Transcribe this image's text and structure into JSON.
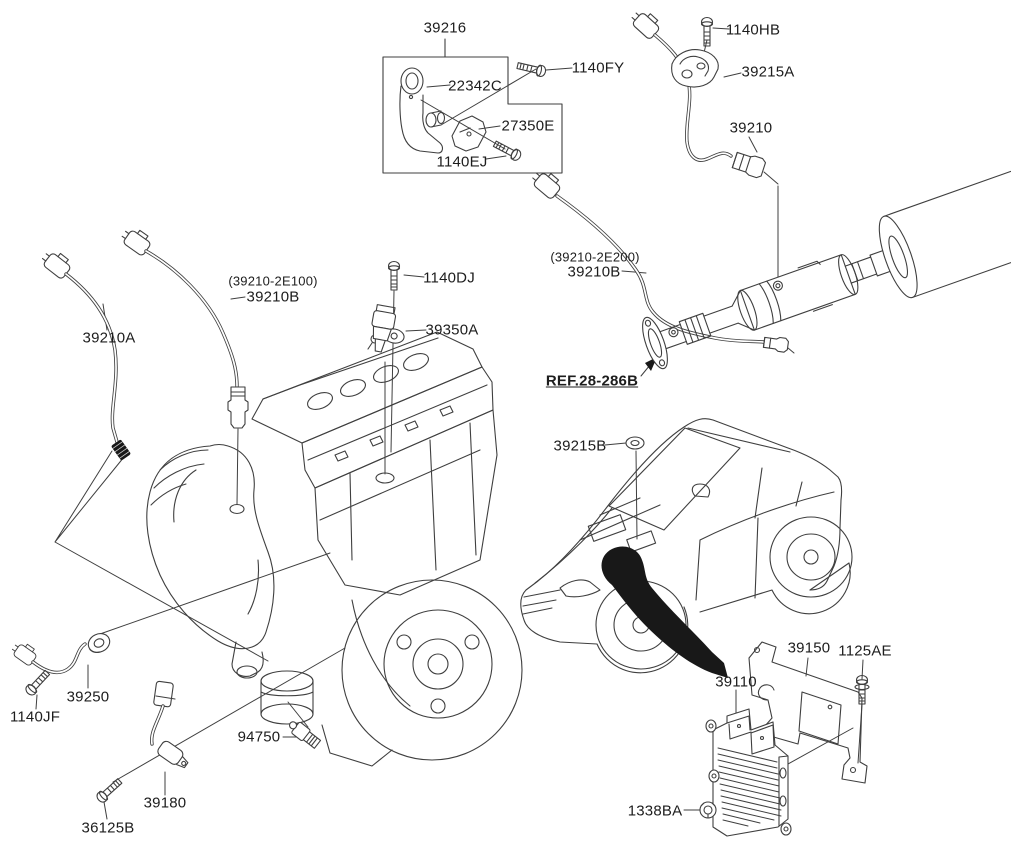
{
  "colors": {
    "background": "#ffffff",
    "line": "#3f3f3f",
    "text": "#1d1d1d",
    "highlight": "#181818"
  },
  "labels": [
    {
      "text": "39216"
    },
    {
      "text": "22342C"
    },
    {
      "text": "1140FY"
    },
    {
      "text": "27350E"
    },
    {
      "text": "1140EJ"
    },
    {
      "text": "1140HB"
    },
    {
      "text": "39215A"
    },
    {
      "text": "39210"
    },
    {
      "text": "(39210-2E200)"
    },
    {
      "text": "39210B"
    },
    {
      "text": "REF.28-286B"
    },
    {
      "text": "(39210-2E100)"
    },
    {
      "text": "39210B"
    },
    {
      "text": "39210A"
    },
    {
      "text": "1140DJ"
    },
    {
      "text": "39350A"
    },
    {
      "text": "39215B"
    },
    {
      "text": "39150"
    },
    {
      "text": "1125AE"
    },
    {
      "text": "39110"
    },
    {
      "text": "1338BA"
    },
    {
      "text": "39250"
    },
    {
      "text": "1140JF"
    },
    {
      "text": "94750"
    },
    {
      "text": "39180"
    },
    {
      "text": "36125B"
    }
  ]
}
